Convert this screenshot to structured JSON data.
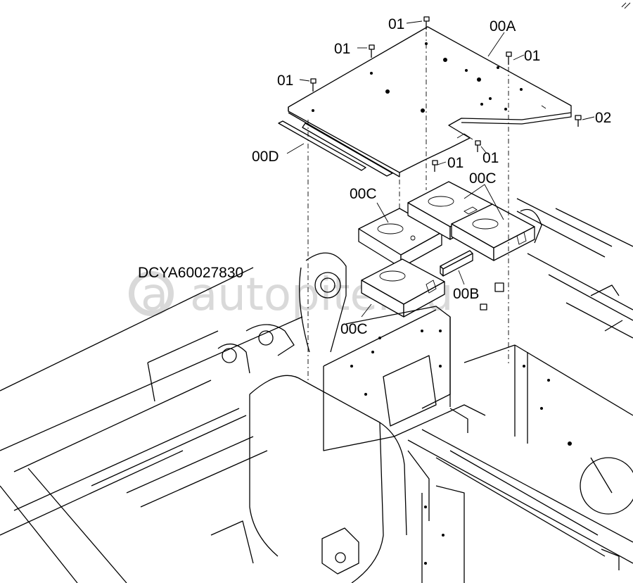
{
  "drawing_code": "DCYA60027830",
  "watermark": "autopiter.ru",
  "callouts": {
    "c00A": "00A",
    "c00B": "00B",
    "c00C_1": "00C",
    "c00C_2": "00C",
    "c00C_3": "00C",
    "c00D": "00D",
    "c01_1": "01",
    "c01_2": "01",
    "c01_3": "01",
    "c01_4": "01",
    "c01_5": "01",
    "c01_6": "01",
    "c02": "02"
  },
  "colors": {
    "line": "#000000",
    "background": "#ffffff",
    "watermark": "#d9d9d9"
  }
}
